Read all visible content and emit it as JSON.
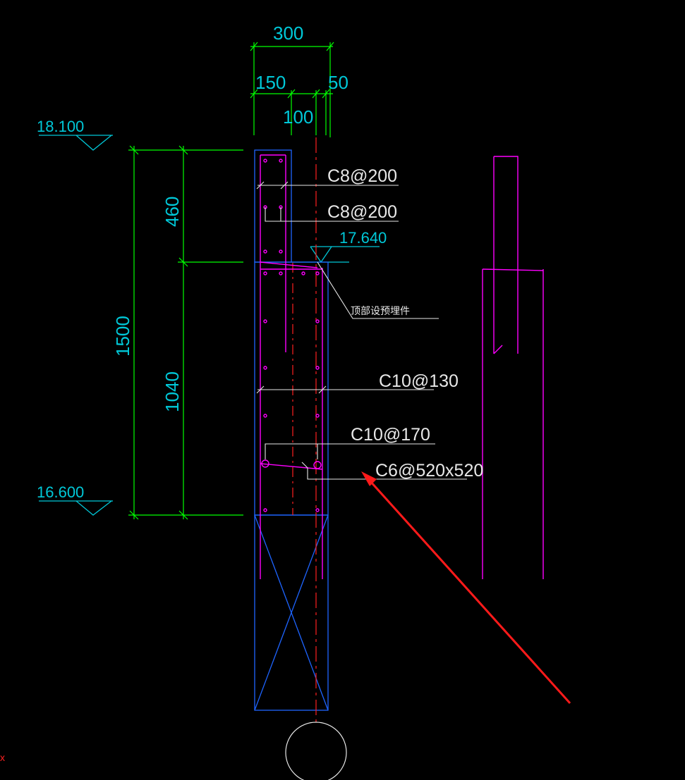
{
  "dimensions": {
    "top_total": "300",
    "top_left": "150",
    "top_middle": "100",
    "top_right": "50",
    "height_total": "1500",
    "height_upper": "460",
    "height_lower": "1040"
  },
  "elevations": {
    "top": "18.100",
    "middle": "17.640",
    "bottom": "16.600"
  },
  "rebar_labels": {
    "stirrup_upper_1": "C8@200",
    "stirrup_upper_2": "C8@200",
    "bar_lower_1": "C10@130",
    "bar_lower_2": "C10@170",
    "tie": "C6@520x520"
  },
  "note": "顶部设预埋件",
  "axis_marker": "x",
  "colors": {
    "background": "#000000",
    "dimension_line": "#00ff00",
    "dimension_text": "#00c8d8",
    "column_outline": "#1e64ff",
    "rebar": "#ff00ff",
    "centerline": "#ff2020",
    "annotation": "#e8e8e8",
    "highlight_arrow": "#ff1a1a"
  }
}
